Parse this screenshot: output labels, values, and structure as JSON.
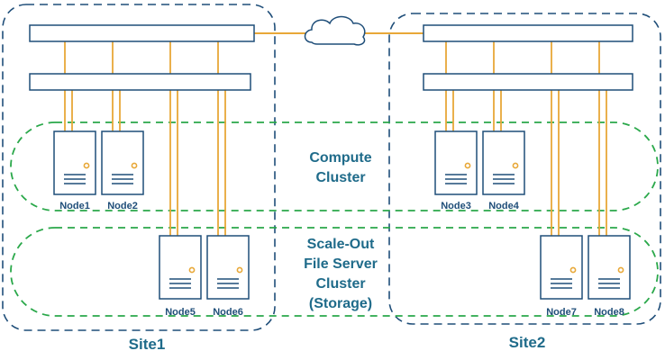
{
  "sites": [
    {
      "id": "site1",
      "label": "Site1"
    },
    {
      "id": "site2",
      "label": "Site2"
    }
  ],
  "clusters": {
    "compute": {
      "label_lines": [
        "Compute",
        "Cluster"
      ]
    },
    "storage": {
      "label_lines": [
        "Scale-Out",
        "File Server",
        "Cluster",
        "(Storage)"
      ]
    }
  },
  "nodes": [
    {
      "label": "Node1"
    },
    {
      "label": "Node2"
    },
    {
      "label": "Node3"
    },
    {
      "label": "Node4"
    },
    {
      "label": "Node5"
    },
    {
      "label": "Node6"
    },
    {
      "label": "Node7"
    },
    {
      "label": "Node8"
    }
  ],
  "colors": {
    "site_border": "#1f4e79",
    "cluster_border": "#2aa84a",
    "link": "#e8a838",
    "device_stroke": "#1f4e79",
    "device_fill": "#ffffff",
    "led": "#e8a838",
    "label": "#1f6b8a",
    "cloud_stroke": "#1f4e79"
  },
  "icons": {
    "cloud": "cloud-icon",
    "switch": "network-switch-icon",
    "server": "server-icon"
  }
}
